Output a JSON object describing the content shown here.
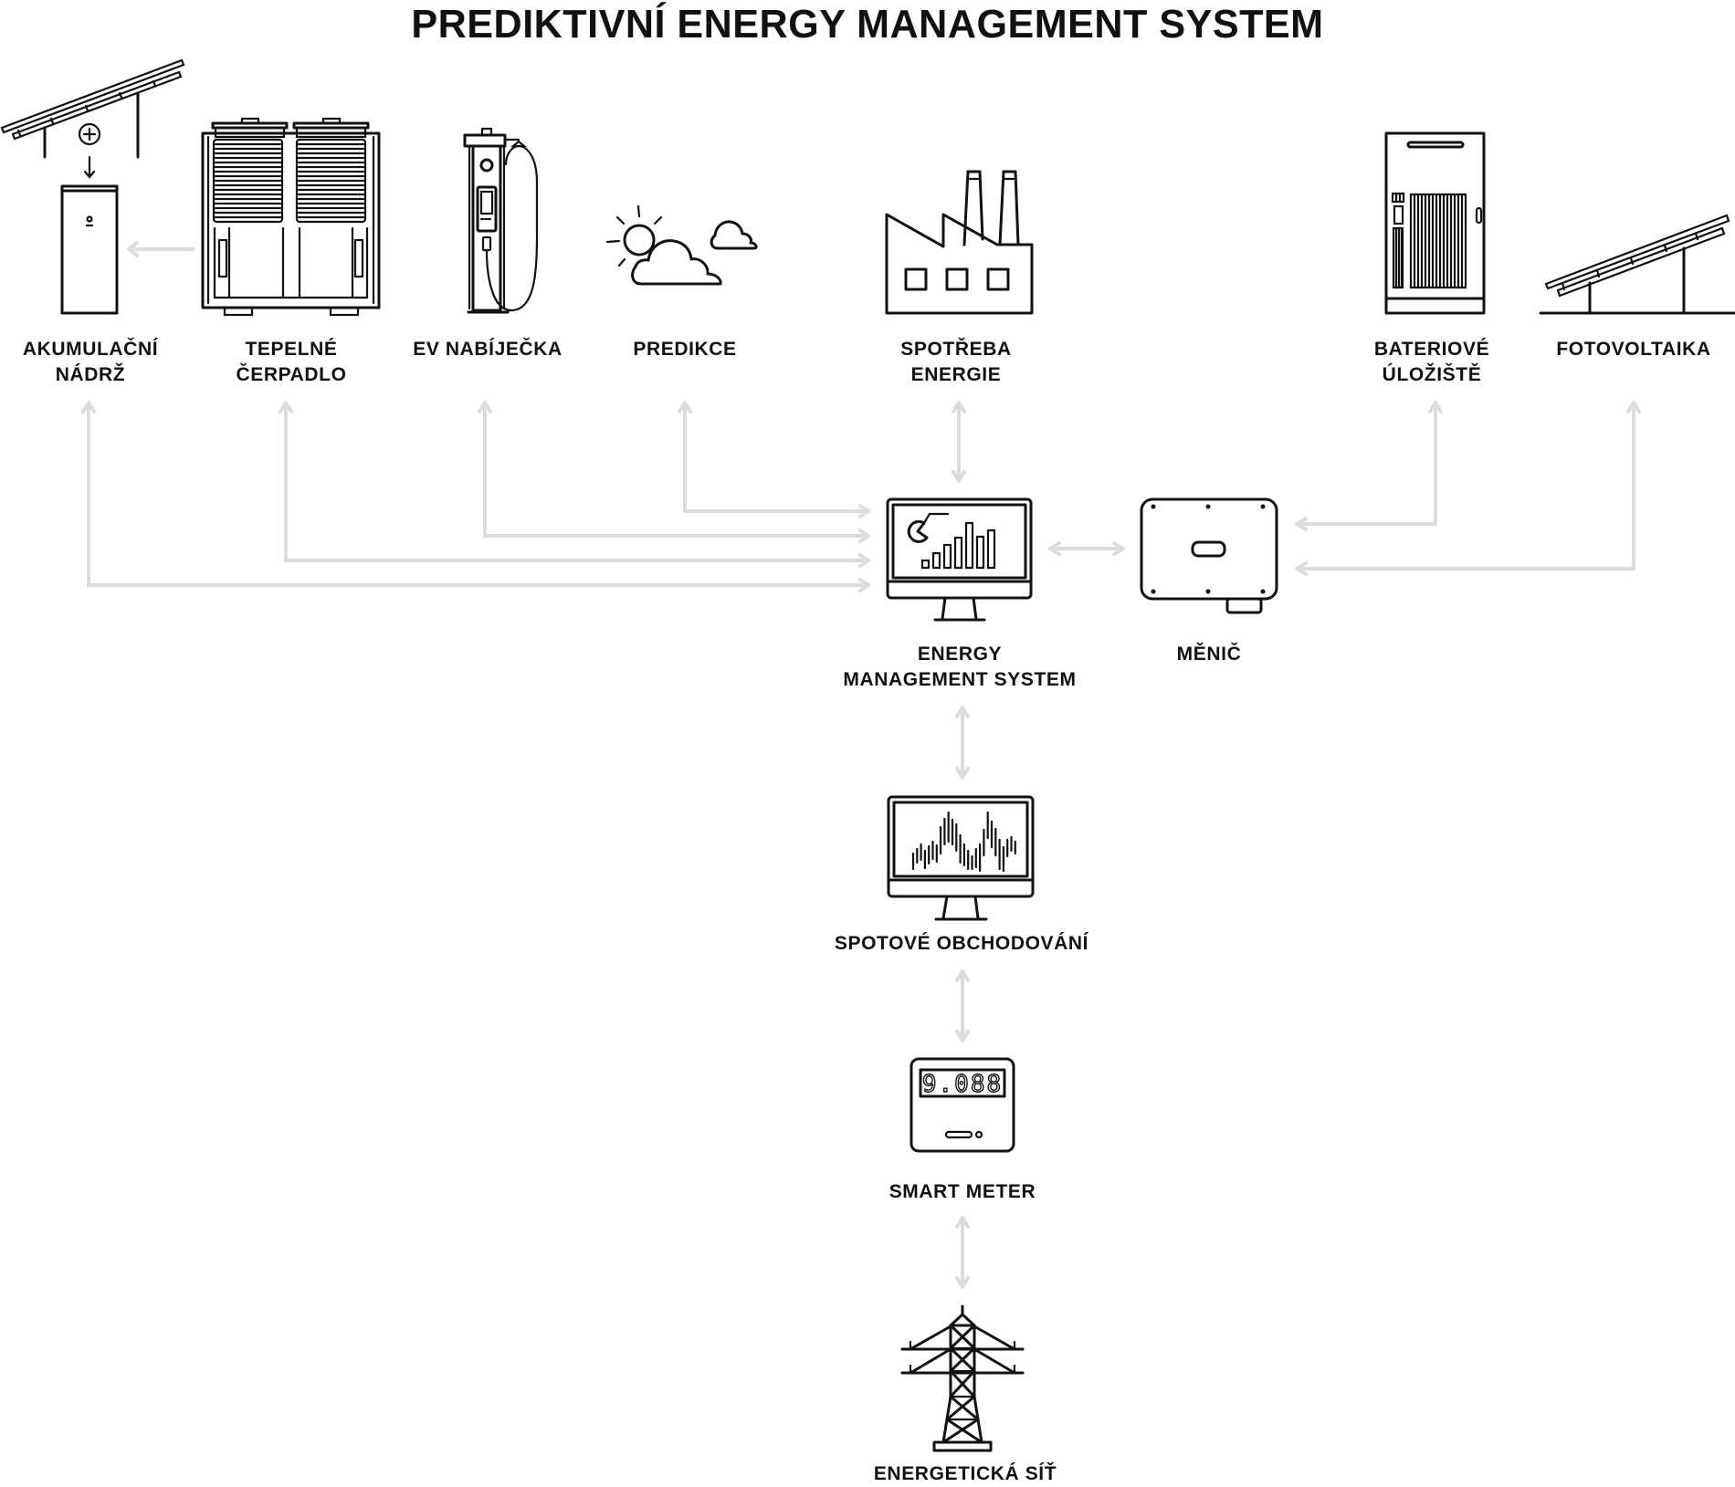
{
  "title": "PREDIKTIVNÍ ENERGY MANAGEMENT SYSTEM",
  "colors": {
    "icon_stroke": "#111111",
    "connector": "#dcdcdc",
    "background": "#ffffff"
  },
  "nodes": {
    "akumulacni_nadrz": {
      "lines": [
        "AKUMULAČNÍ",
        "NÁDRŽ"
      ],
      "icon": "solar-panel-and-storage-tank-icon"
    },
    "tepelne_cerpadlo": {
      "lines": [
        "TEPELNÉ",
        "ČERPADLO"
      ],
      "icon": "heat-pump-icon"
    },
    "ev_nabijecka": {
      "lines": [
        "EV NABÍJEČKA"
      ],
      "icon": "ev-charger-icon"
    },
    "predikce": {
      "lines": [
        "PREDIKCE"
      ],
      "icon": "weather-forecast-icon"
    },
    "spotreba_energie": {
      "lines": [
        "SPOTŘEBA",
        "ENERGIE"
      ],
      "icon": "factory-icon"
    },
    "bateriove_uloziste": {
      "lines": [
        "BATERIOVÉ",
        "ÚLOŽIŠTĚ"
      ],
      "icon": "battery-cabinet-icon"
    },
    "fotovoltaika": {
      "lines": [
        "FOTOVOLTAIKA"
      ],
      "icon": "solar-panel-icon"
    },
    "ems": {
      "lines": [
        "ENERGY",
        "MANAGEMENT SYSTEM"
      ],
      "icon": "monitor-dashboard-icon"
    },
    "menic": {
      "lines": [
        "MĚNIČ"
      ],
      "icon": "inverter-icon"
    },
    "spotove_obchodovani": {
      "lines": [
        "SPOTOVÉ OBCHODOVÁNÍ"
      ],
      "icon": "monitor-candlestick-icon"
    },
    "smart_meter": {
      "lines": [
        "SMART METER"
      ],
      "icon": "smart-meter-icon",
      "display": "9.088"
    },
    "energeticka_sit": {
      "lines": [
        "ENERGETICKÁ SÍŤ"
      ],
      "icon": "power-pylon-icon"
    }
  },
  "connections": [
    {
      "from": "tepelne_cerpadlo",
      "to": "akumulacni_nadrz",
      "direction": "one-way"
    },
    {
      "from": "akumulacni_nadrz",
      "to": "ems",
      "direction": "two-way"
    },
    {
      "from": "tepelne_cerpadlo",
      "to": "ems",
      "direction": "two-way"
    },
    {
      "from": "ev_nabijecka",
      "to": "ems",
      "direction": "two-way"
    },
    {
      "from": "predikce",
      "to": "ems",
      "direction": "two-way"
    },
    {
      "from": "spotreba_energie",
      "to": "ems",
      "direction": "two-way"
    },
    {
      "from": "ems",
      "to": "menic",
      "direction": "two-way"
    },
    {
      "from": "bateriove_uloziste",
      "to": "menic",
      "direction": "two-way"
    },
    {
      "from": "fotovoltaika",
      "to": "menic",
      "direction": "two-way"
    },
    {
      "from": "ems",
      "to": "spotove_obchodovani",
      "direction": "two-way"
    },
    {
      "from": "spotove_obchodovani",
      "to": "smart_meter",
      "direction": "two-way"
    },
    {
      "from": "smart_meter",
      "to": "energeticka_sit",
      "direction": "two-way"
    }
  ]
}
